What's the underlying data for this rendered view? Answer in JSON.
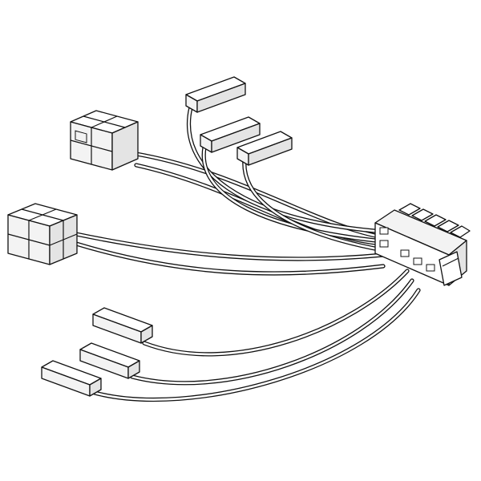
{
  "image": {
    "background": "#ffffff",
    "line_color": "#111111"
  },
  "components": {
    "main_connector": "multi-pin-connector",
    "power_plugs": [
      "4-pin-power-plug",
      "4-pin-power-plug"
    ],
    "terminal_connectors_top": [
      "single-pin-terminal",
      "single-pin-terminal",
      "single-pin-terminal"
    ],
    "terminal_connectors_bottom": [
      "single-pin-terminal",
      "single-pin-terminal",
      "single-pin-terminal"
    ]
  }
}
